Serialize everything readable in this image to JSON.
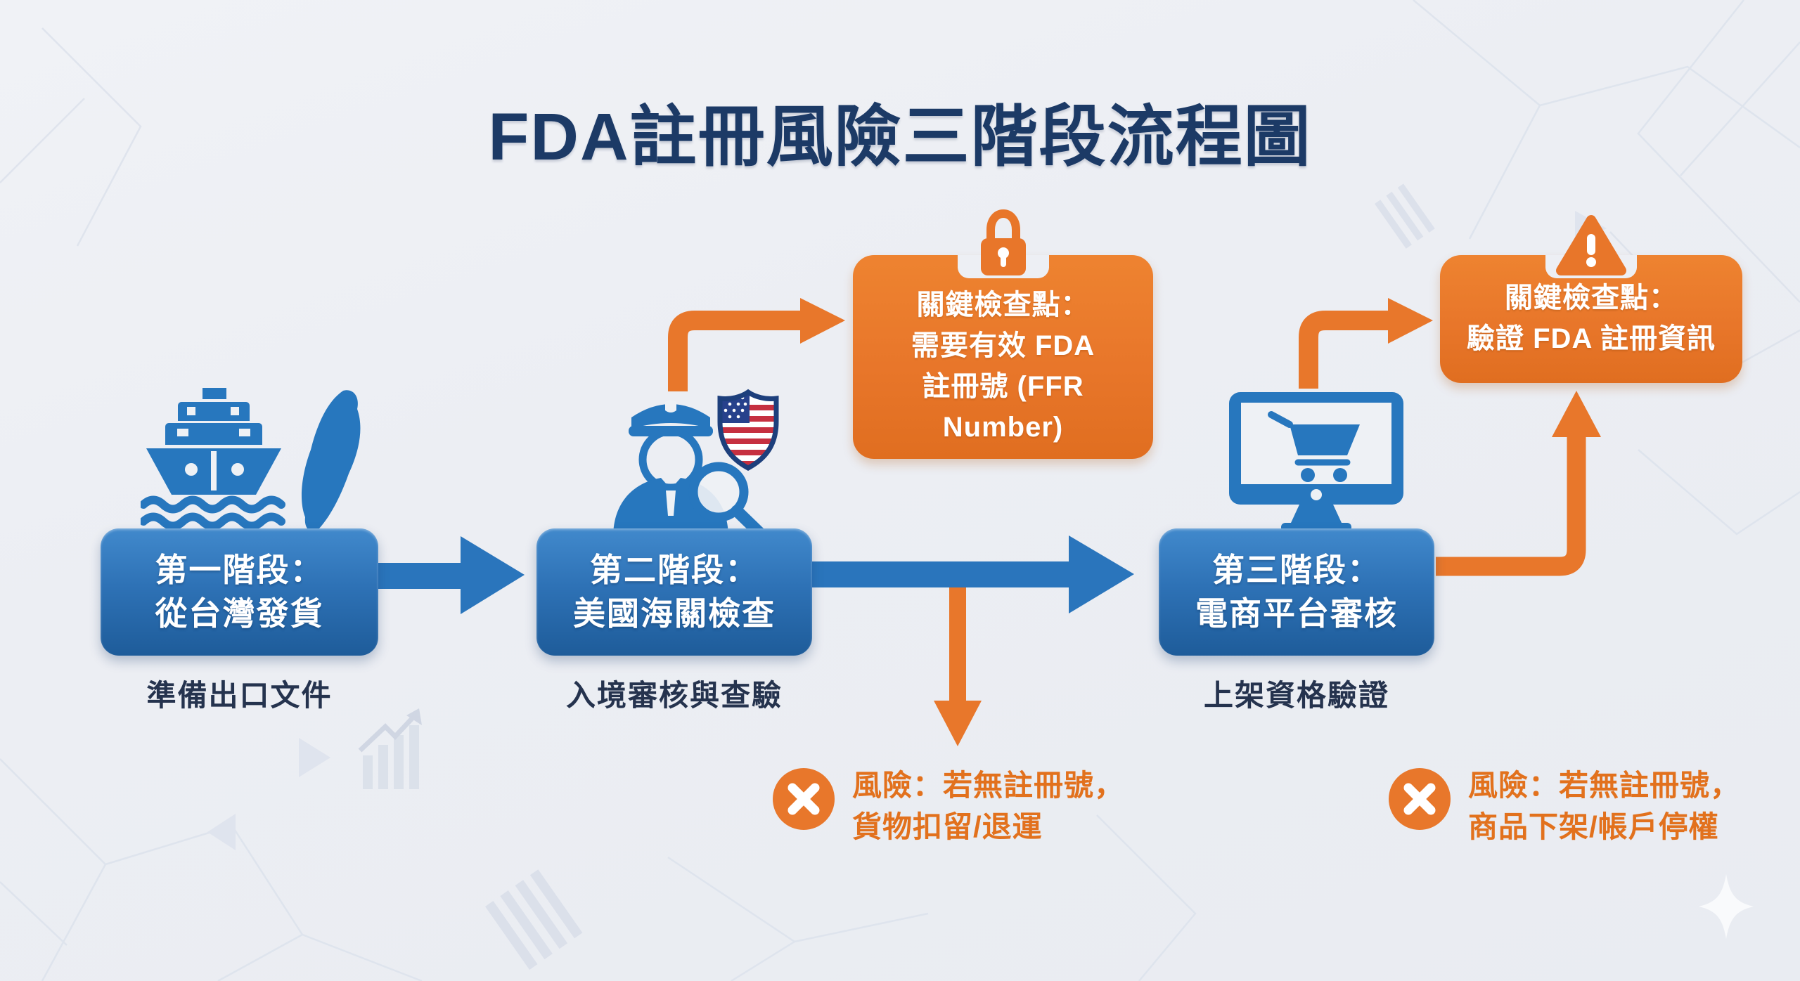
{
  "title": "FDA註冊風險三階段流程圖",
  "colors": {
    "primary_blue": "#2a74bb",
    "box_blue_top": "#4189cc",
    "box_blue_bottom": "#1e5c9a",
    "accent_orange": "#e8762a",
    "risk_text_orange": "#e2711d",
    "title_navy": "#1c3a66",
    "caption_navy": "#25334e",
    "background": "#edeff4",
    "shield_red": "#c63040",
    "shield_canton_blue": "#27418c"
  },
  "stages": [
    {
      "title_line1": "第一階段：",
      "title_line2": "從台灣發貨",
      "caption": "準備出口文件",
      "icon": "ship-and-taiwan-icon"
    },
    {
      "title_line1": "第二階段：",
      "title_line2": "美國海關檢查",
      "caption": "入境審核與查驗",
      "icon": "customs-officer-us-shield-icon"
    },
    {
      "title_line1": "第三階段：",
      "title_line2": "電商平台審核",
      "caption": "上架資格驗證",
      "icon": "monitor-cart-icon"
    }
  ],
  "callouts": [
    {
      "icon": "lock-icon",
      "lines": [
        "關鍵檢查點：",
        "需要有效 FDA",
        "註冊號 (FFR",
        "Number)"
      ]
    },
    {
      "icon": "warning-triangle-icon",
      "lines": [
        "關鍵檢查點：",
        "驗證 FDA 註冊資訊"
      ]
    }
  ],
  "risks": [
    {
      "icon": "error-x-icon",
      "line1": "風險：若無註冊號，",
      "line2": "貨物扣留/退運"
    },
    {
      "icon": "error-x-icon",
      "line1": "風險：若無註冊號，",
      "line2": "商品下架/帳戶停權"
    }
  ]
}
